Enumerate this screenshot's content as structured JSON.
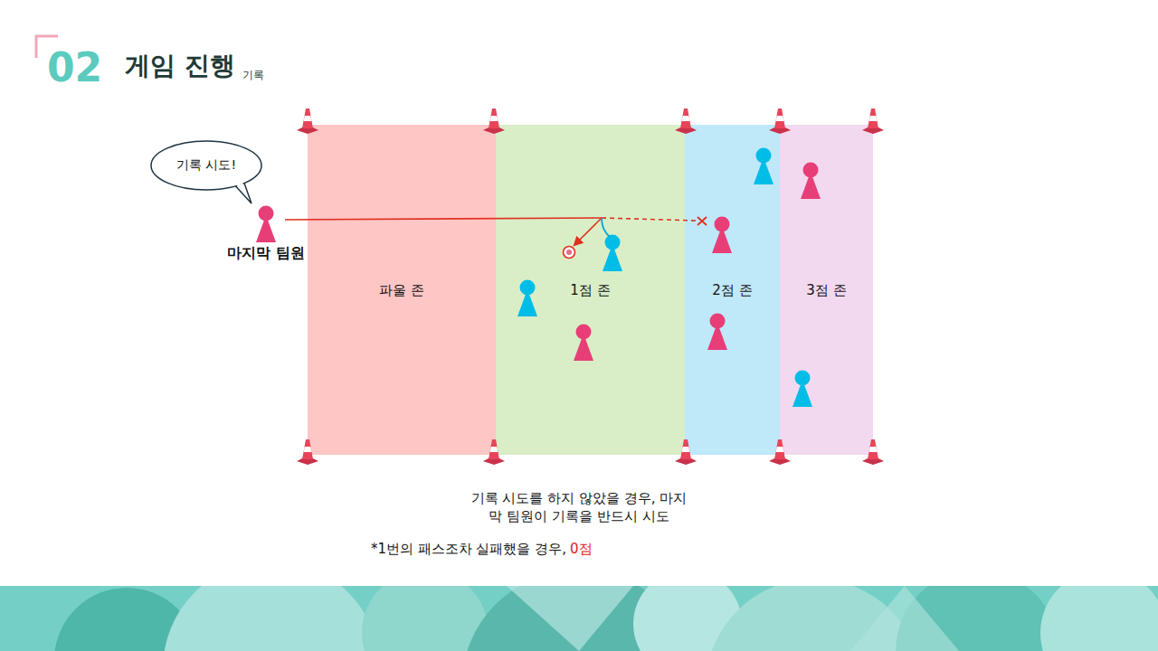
{
  "diagram": {
    "title": "게임 진행",
    "nodes": [
      {
        "text": [
          "기록 시도!"
        ]
      },
      {
        "text": [
          "파울 존"
        ]
      },
      {
        "text": [
          "1점 존"
        ]
      },
      {
        "text": [
          "2점 존"
        ]
      },
      {
        "text": [
          "3점 존"
        ]
      }
    ],
    "labels": [
      "02",
      "기록",
      "마지막 팀원",
      "기록 시도를 하지 않았을 경우, 마지막 팀원이 기록을 반드시 시도",
      "*1번의 패스조차 실패했을 경우,",
      "0점"
    ]
  }
}
